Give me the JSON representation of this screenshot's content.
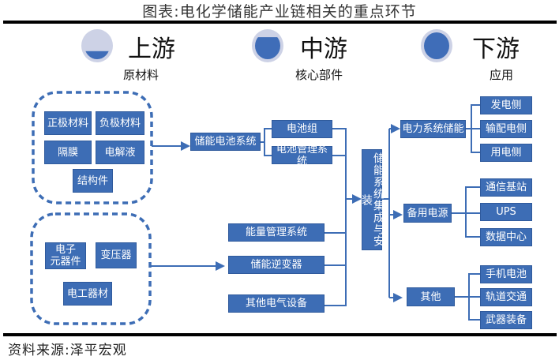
{
  "title": "图表:电化学储能产业链相关的重点环节",
  "stages": [
    {
      "label": "上游",
      "sub": "原材料",
      "fill_level": 0.3
    },
    {
      "label": "中游",
      "sub": "核心部件",
      "fill_level": 0.82
    },
    {
      "label": "下游",
      "sub": "应用",
      "fill_level": 1.0
    }
  ],
  "upstream": {
    "battery_materials": [
      "正极材料",
      "负极材料",
      "隔膜",
      "电解液",
      "结构件"
    ],
    "electrical_materials": [
      "电子\n元器件",
      "变压器",
      "电工器材"
    ]
  },
  "midstream": {
    "battery_system": "储能电池系统",
    "battery_parts": [
      "电池组",
      "电池管理系统"
    ],
    "others": [
      "能量管理系统",
      "储能逆变器",
      "其他电气设备"
    ],
    "integration": "储能系统集成与安装"
  },
  "downstream": {
    "categories": [
      {
        "label": "电力系统储能",
        "items": [
          "发电侧",
          "输配电侧",
          "用电侧"
        ]
      },
      {
        "label": "备用电源",
        "items": [
          "通信基站",
          "UPS",
          "数据中心"
        ]
      },
      {
        "label": "其他",
        "items": [
          "手机电池",
          "轨道交通",
          "武器装备"
        ]
      }
    ]
  },
  "source": "资料来源:泽平宏观",
  "colors": {
    "box": "#3d6db5",
    "circle_outer": "#cdd2e6",
    "line": "#3d6db5"
  }
}
